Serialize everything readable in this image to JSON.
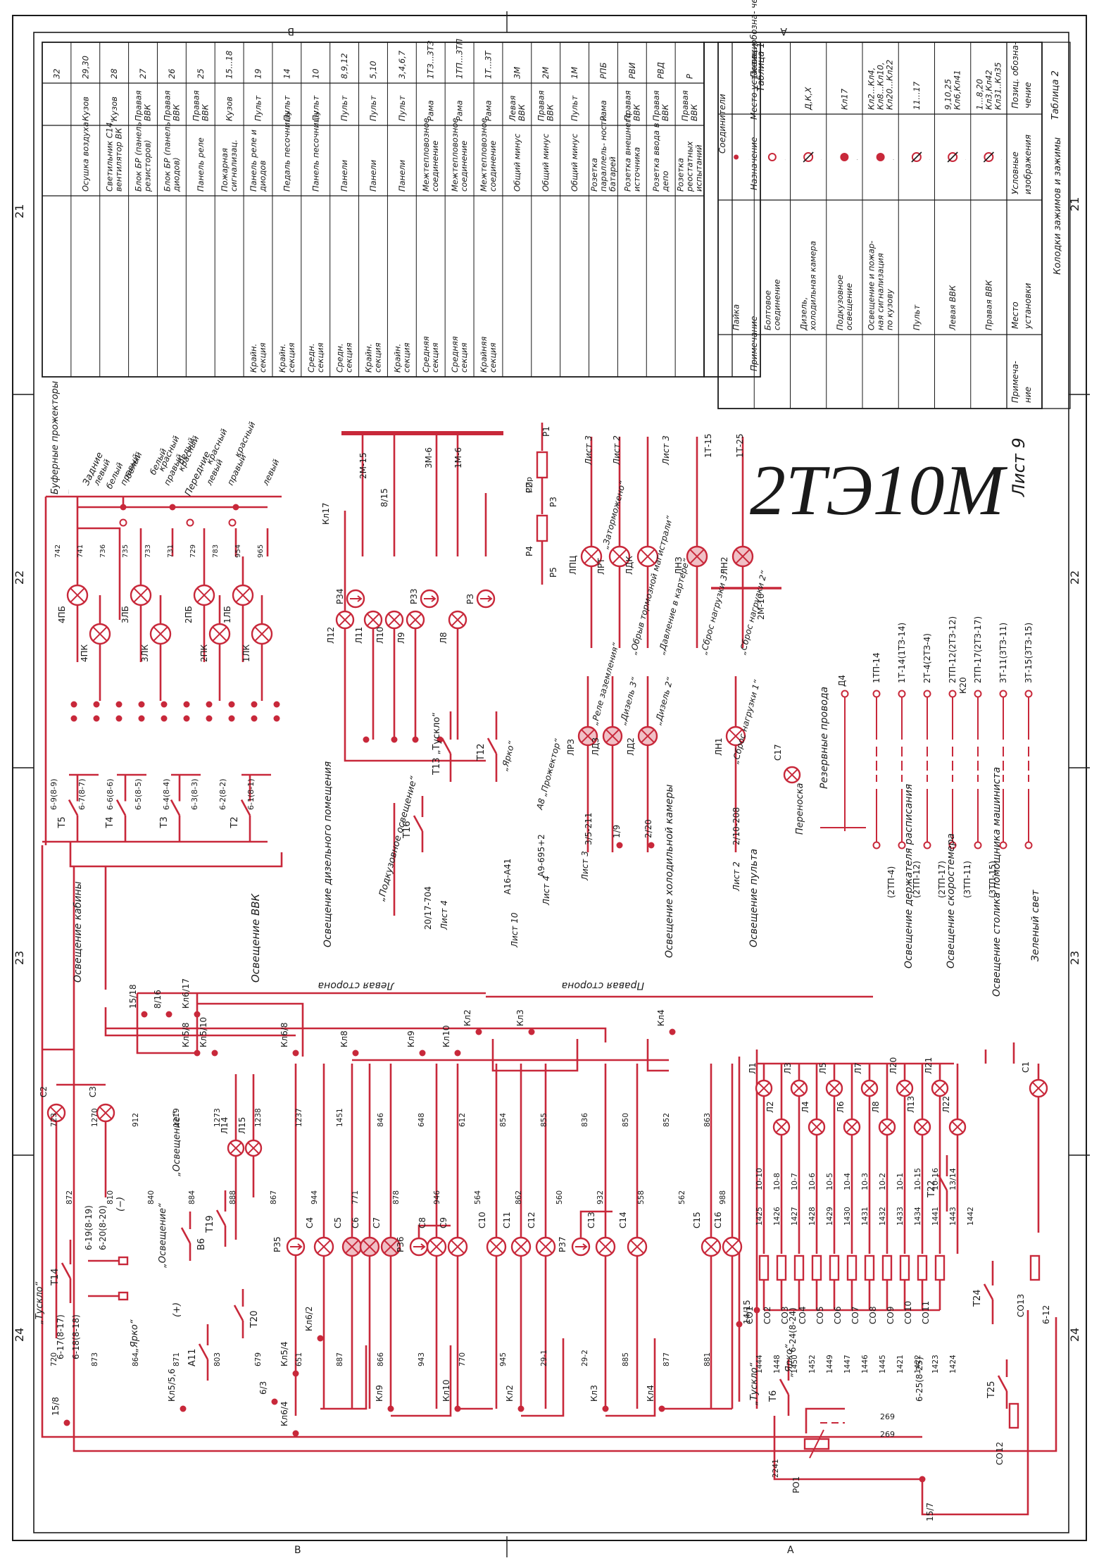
{
  "sheet": {
    "model": "2ТЭ10М",
    "sheet_label": "Лист 9",
    "zones": [
      "21",
      "22",
      "23",
      "24"
    ],
    "edge_letters": [
      "В",
      "А"
    ]
  },
  "table1": {
    "title": "Таблица 1",
    "group_header": "Соединители",
    "headers": [
      "Позиц. обозна- чение",
      "Место установки",
      "Назначение",
      "Примечание"
    ],
    "rows": [
      [
        "Р",
        "Правая ВВК",
        "Розетка реостатных испытаний",
        ""
      ],
      [
        "РВД",
        "Правая ВВК",
        "Розетка ввода в депо",
        ""
      ],
      [
        "РВИ",
        "Правая ВВК",
        "Розетка внешнего источника",
        ""
      ],
      [
        "РПБ",
        "Рама",
        "Розетка параллель- ности батарей",
        ""
      ],
      [
        "1М",
        "Пульт",
        "Общий минус",
        ""
      ],
      [
        "2М",
        "Правая ВВК",
        "Общий минус",
        ""
      ],
      [
        "3М",
        "Левая ВВК",
        "Общий минус",
        ""
      ],
      [
        "1Т...3Т",
        "Рама",
        "Межтепловозное соединение",
        "Крайняя секция"
      ],
      [
        "1ТП...3ТП",
        "Рама",
        "Межтепловозное соединение",
        "Средняя секция"
      ],
      [
        "1ТЗ...3ТЗ",
        "Рама",
        "Межтепловозное соединение",
        "Средняя секция"
      ],
      [
        "3,4,6,7",
        "Пульт",
        "Панели",
        "Крайн. секция"
      ],
      [
        "5,10",
        "Пульт",
        "Панели",
        "Крайн. секция"
      ],
      [
        "8,9,12",
        "Пульт",
        "Панели",
        "Средн. секция"
      ],
      [
        "10",
        "Пульт",
        "Панель песочницы",
        "Средн. секция"
      ],
      [
        "14",
        "Пульт",
        "Педаль песочницы",
        "Крайн. секция"
      ],
      [
        "19",
        "Пульт",
        "Панель реле и диодов",
        "Крайн. секция"
      ],
      [
        "15...18",
        "Кузов",
        "Пожарная сигнализац.",
        ""
      ],
      [
        "25",
        "Правая ВВК",
        "Панель реле",
        ""
      ],
      [
        "26",
        "Правая ВВК",
        "Блок БР (панель диодов)",
        ""
      ],
      [
        "27",
        "Правая ВВК",
        "Блок БР (панель резисторов)",
        ""
      ],
      [
        "28",
        "Кузов",
        "Светильник С14, вентилятор ВК",
        ""
      ],
      [
        "29,30",
        "Кузов",
        "Осушка воздуха",
        ""
      ],
      [
        "32",
        "",
        "",
        ""
      ]
    ]
  },
  "table2": {
    "title": "Таблица 2",
    "group_header": "Колодки зажимов и зажимы",
    "headers": [
      "Позиц. обозна- чение",
      "Условные изображения",
      "Место установки",
      "Примеча- ние"
    ],
    "rows": [
      [
        "1...8,20 Кл3,Кл42 Кл31..Кл35",
        "⌀",
        "Правая ВВК",
        ""
      ],
      [
        "9,10,25 Кл6,Кл41",
        "⌀",
        "Левая ВВК",
        ""
      ],
      [
        "11...17",
        "⌀",
        "Пульт",
        ""
      ],
      [
        "Кл2...Кл4, Кл8...Кл10, Кл20...Кл22",
        "●",
        "Освещение и пожар- ная сигнализация по кузову",
        ""
      ],
      [
        "Кл17",
        "●",
        "Подкузовное освещение",
        ""
      ],
      [
        "Д,К,Х",
        "⌀",
        "Дизель, холодильная камера",
        ""
      ],
      [
        "",
        "○",
        "Болтовое соединение",
        ""
      ],
      [
        "",
        "•",
        "Пайка",
        ""
      ]
    ]
  },
  "headlights": {
    "header": "Буферные прожекторы",
    "rear_label": "Задние",
    "front_label": "Передние",
    "side_labels": [
      "левый",
      "правый",
      "правый",
      "левый",
      "правый",
      "левый"
    ],
    "color_labels": [
      "белый",
      "красный",
      "белый",
      "красный",
      "белый",
      "красный",
      "белый",
      "красный"
    ]
  },
  "lamps_top": [
    "4ПБ",
    "4ПК",
    "3ЛБ",
    "3ЛК",
    "2ПБ",
    "2ПК",
    "1ЛБ",
    "1ЛК"
  ],
  "lamp_numbers_top": [
    "742",
    "741",
    "736",
    "735",
    "733",
    "731",
    "729",
    "783",
    "954",
    "965"
  ],
  "tumblers_top": [
    "Т5",
    "Т4",
    "Т3",
    "Т2"
  ],
  "wire_labels_top": [
    "6-9(8-9)",
    "6-7(8-7)",
    "6-6(8-6)",
    "6-5(8-5)",
    "6-4(8-4)",
    "6-3(8-3)",
    "6-2(8-2)",
    "6-1(8-1)"
  ],
  "upper_mid": {
    "switches": [
      "Т13 „Тускло“",
      "„Ярко“",
      "Т12",
      "Т16"
    ],
    "lamps": [
      "Л12",
      "Л11",
      "Л10",
      "Л9",
      "Л8"
    ],
    "relays": [
      "Р34",
      "Р33",
      "РЗ"
    ],
    "terminals": [
      "2М-15",
      "3М-6",
      "1М-6",
      "Кл17",
      "8/15"
    ],
    "notes": [
      "„Подкузовное освещение“",
      "20/17-704",
      "Лист 4",
      "Лист 10",
      "Лист 4",
      "А16-А41",
      "А9-695+2",
      "А8 „Прожектор“"
    ],
    "resistors": [
      "Р1",
      "Р2",
      "Р3",
      "Р4",
      "Р5",
      "СПр"
    ]
  },
  "signals": {
    "lamps": [
      "ЛПЦ",
      "ЛРТ",
      "ЛДК",
      "ЛНЗ",
      "ЛН2",
      "ЛРЗ",
      "ЛДЗ",
      "ЛД2",
      "ЛН1"
    ],
    "labels": [
      "„Заторможено“",
      "„Обрыв тормозной магистрали“",
      "„Давление в картере“",
      "„Сброс нагрузки 3“",
      "„Сброс нагрузки 2“",
      "„Реле заземления“",
      "„Дизель 3“",
      "„Дизель 2“",
      "„Сброс нагрузки 1“"
    ],
    "sheet_refs": [
      "Лист 3",
      "Лист 2",
      "Лист 3",
      "Лист 3",
      "Лист 2"
    ],
    "wire_refs": [
      "1Т-15",
      "1Т-25",
      "2М-10",
      "3/5-211",
      "2/10-208",
      "1/9",
      "2/20"
    ]
  },
  "reserve": {
    "title": "Резервные провода",
    "portable": "Переноска",
    "portable_id": "С17",
    "socket": "Д4",
    "rows": [
      "1ТП-14",
      "1Т-14(1ТЗ-14)",
      "2Т-4(2ТЗ-4)",
      "2ТП-12(2ТЗ-12)",
      "2ТП-17(2ТЗ-17)",
      "3Т-11(3ТЗ-11)",
      "3Т-15(3ТЗ-15)"
    ],
    "left_rows": [
      "(2ТП-4)",
      "(2ТП-12)",
      "(2ТП-17)",
      "(3ТП-11)",
      "(3ТП-15)"
    ],
    "terminal": "К20"
  },
  "middle_labels": {
    "vvk": "Освещение ВВК",
    "cab": "Освещение кабины",
    "diesel": "Освещение дизельного помещения",
    "cold": "Освещение холодильной камеры",
    "panel": "Освещение пульта",
    "schedule": "Освещение держателя расписания",
    "speedometer": "Освещение скоростемера",
    "assistant": "Освещение столика помощника машиниста",
    "green": "Зеленый свет",
    "left_side": "Левая сторона",
    "right_side": "Правая сторона"
  },
  "lower": {
    "clamps_top": [
      "Кл5/8",
      "Кл5/10",
      "Кл6/8",
      "Кл8",
      "Кл9",
      "Кл10",
      "Кл2",
      "Кл3",
      "Кл4",
      "Кл6/17",
      "8/16",
      "15/18"
    ],
    "lamps": [
      "С2",
      "С3",
      "Л14",
      "Л15",
      "С4",
      "С5",
      "С6",
      "С7",
      "С8",
      "С9",
      "С10",
      "С11",
      "С12",
      "С13",
      "С14",
      "С15",
      "С16"
    ],
    "relays": [
      "Р35",
      "Р36",
      "Р37"
    ],
    "switches": [
      "Т14",
      "Т19",
      "Т20",
      "В6",
      "А11"
    ],
    "switch_labels": [
      "„Тускло“",
      "„Ярко“",
      "„Освещение“",
      "(+)",
      "(−)",
      "„Освещение“"
    ],
    "clamps_bottom": [
      "Кл6/2",
      "Кл5/4",
      "Кл6/4",
      "Кл9",
      "Кл10",
      "Кл2",
      "Кл3",
      "Кл4",
      "Кл5/5,6",
      "15/8",
      "6/3"
    ],
    "wire_refs": [
      "6-17(8-17)",
      "6-18(8-18)",
      "6-19(8-19)",
      "6-20(8-20)",
      "6-24(8-24)",
      "6-25(8-25)",
      "6-12"
    ],
    "wire_numbers": [
      "723",
      "1270",
      "912",
      "1219",
      "1273",
      "1238",
      "1237",
      "1451",
      "846",
      "648",
      "612",
      "854",
      "855",
      "836",
      "850",
      "852",
      "863",
      "872",
      "810",
      "840",
      "884",
      "888",
      "867",
      "944",
      "771",
      "878",
      "946",
      "564",
      "862",
      "560",
      "932",
      "558",
      "562",
      "988",
      "720",
      "873",
      "864",
      "871",
      "803",
      "679",
      "651",
      "887",
      "866",
      "943",
      "770",
      "945",
      "29-1",
      "29-2",
      "885",
      "877",
      "881"
    ]
  },
  "right_block": {
    "lamps": [
      "Л1",
      "Л2",
      "Л3",
      "Л4",
      "Л5",
      "Л6",
      "Л7",
      "Л8",
      "Л20",
      "Л13",
      "Л21",
      "Л22",
      "С1"
    ],
    "resistors": [
      "СО1",
      "СО2",
      "СО3",
      "СО4",
      "СО5",
      "СО6",
      "СО7",
      "СО8",
      "СО9",
      "СО10",
      "СО11",
      "СО12",
      "СО13"
    ],
    "wire_pairs": [
      "10-10",
      "10-8",
      "10-7",
      "10-6",
      "10-5",
      "10-4",
      "10-3",
      "10-2",
      "10-1",
      "10-15",
      "10-16",
      "13/14"
    ],
    "numbers": [
      "1425",
      "1426",
      "1427",
      "1428",
      "1429",
      "1430",
      "1431",
      "1432",
      "1433",
      "1434",
      "1441",
      "1443",
      "1442",
      "1444",
      "1448",
      "1450",
      "1452",
      "1449",
      "1447",
      "1446",
      "1445",
      "1421",
      "1422",
      "1423",
      "1424"
    ],
    "switches": [
      "Т22",
      "Т24",
      "Т25",
      "Т6"
    ],
    "switch_labels": [
      "„Тускло“",
      "„Ярко“"
    ],
    "potentiometer": "РО1",
    "pot_wires": [
      "2241",
      "269",
      "269"
    ],
    "terminals": [
      "14/15",
      "15/7"
    ]
  }
}
